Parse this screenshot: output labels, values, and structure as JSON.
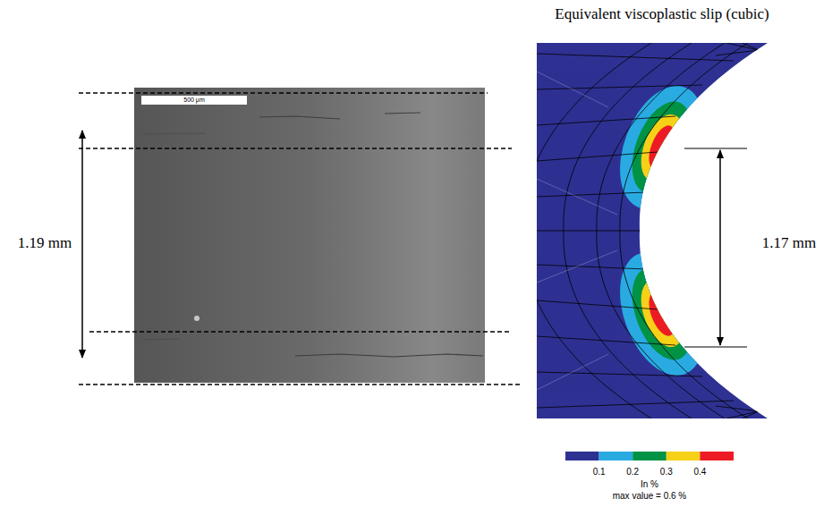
{
  "diagram": {
    "labels": [
      "500 μm",
      "1.19 mm",
      "Equivalent viscoplastic slip (cubic)",
      "1.17 mm",
      "0.1",
      "0.2",
      "0.3",
      "0.4",
      "In %",
      "max value = 0.6 %"
    ]
  }
}
